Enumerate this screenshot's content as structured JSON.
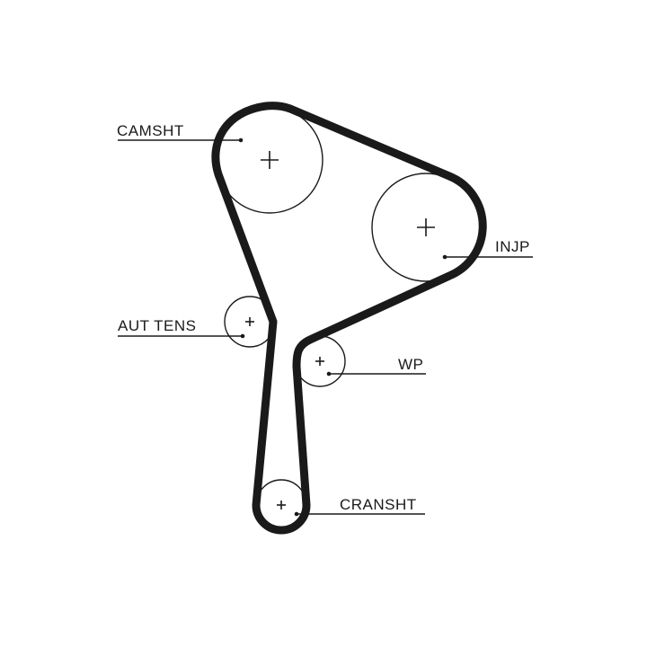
{
  "labels": {
    "camsht": "CAMSHT",
    "injp": "INJP",
    "aut_tens": "AUT TENS",
    "wp": "WP",
    "cransht": "CRANSHT"
  },
  "colors": {
    "ink": "#1a1a1a",
    "background": "#ffffff"
  }
}
